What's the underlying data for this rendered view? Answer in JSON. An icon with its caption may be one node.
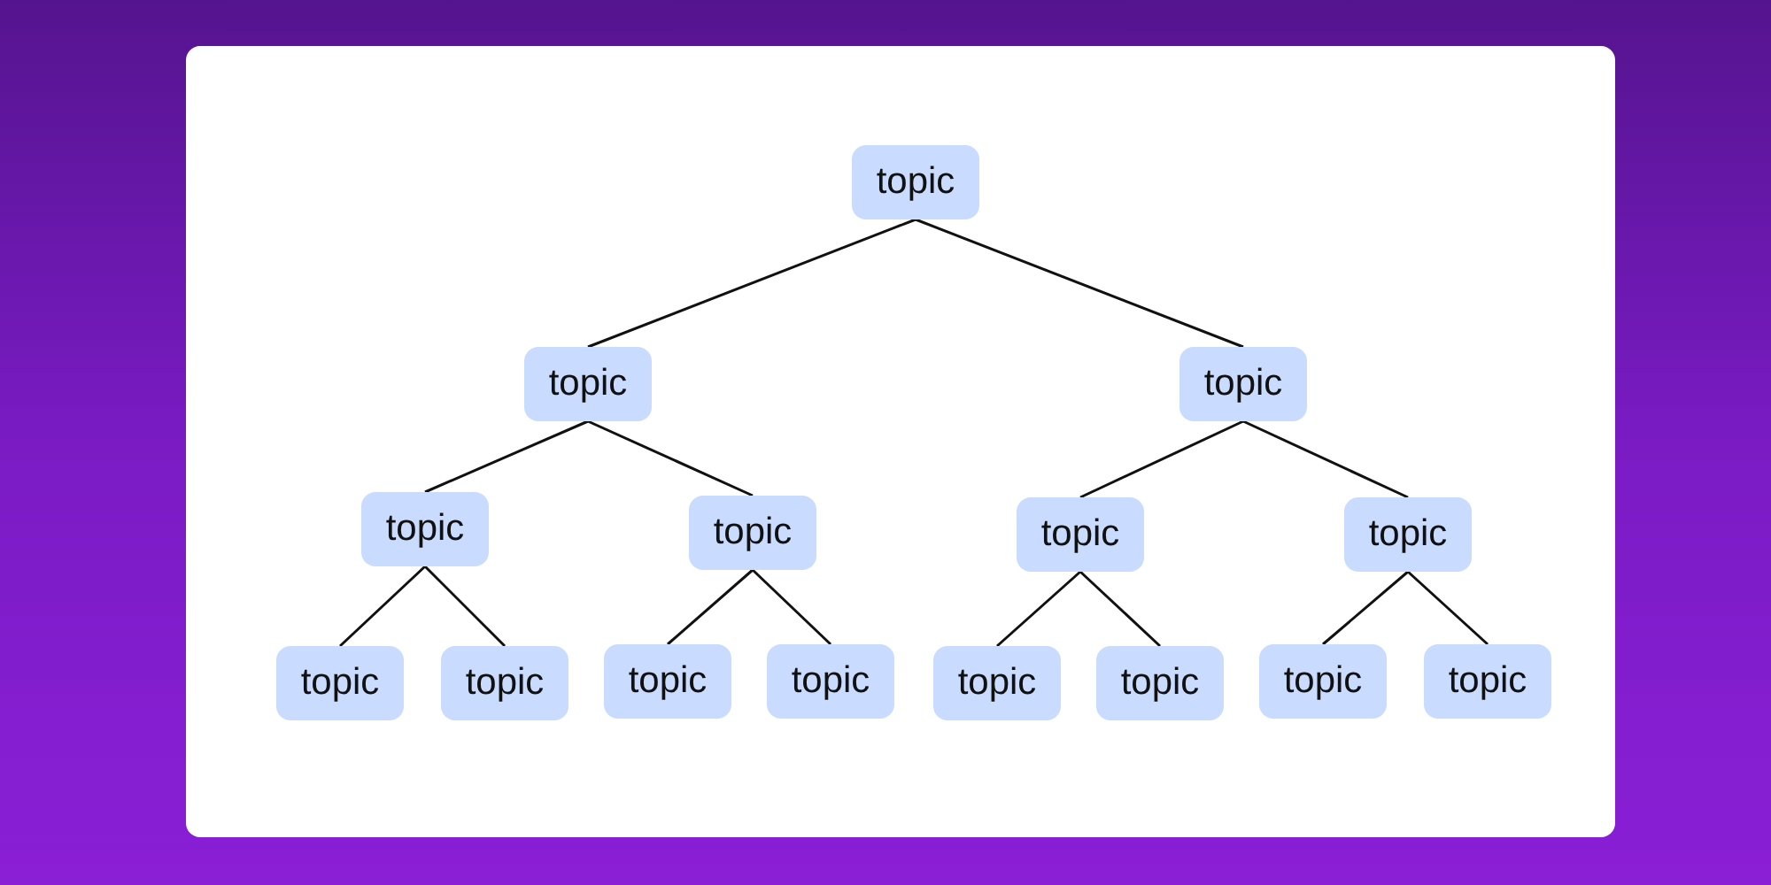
{
  "diagram": {
    "nodes": [
      {
        "text": [
          "topic"
        ]
      },
      {
        "text": [
          "topic"
        ]
      },
      {
        "text": [
          "topic"
        ]
      },
      {
        "text": [
          "topic"
        ]
      },
      {
        "text": [
          "topic"
        ]
      },
      {
        "text": [
          "topic"
        ]
      },
      {
        "text": [
          "topic"
        ]
      },
      {
        "text": [
          "topic"
        ]
      },
      {
        "text": [
          "topic"
        ]
      },
      {
        "text": [
          "topic"
        ]
      },
      {
        "text": [
          "topic"
        ]
      },
      {
        "text": [
          "topic"
        ]
      },
      {
        "text": [
          "topic"
        ]
      },
      {
        "text": [
          "topic"
        ]
      },
      {
        "text": [
          "topic"
        ]
      }
    ],
    "edges": [
      {
        "from": 0,
        "to": 1,
        "arrow": "none"
      },
      {
        "from": 0,
        "to": 2,
        "arrow": "none"
      },
      {
        "from": 1,
        "to": 3,
        "arrow": "none"
      },
      {
        "from": 1,
        "to": 4,
        "arrow": "none"
      },
      {
        "from": 2,
        "to": 5,
        "arrow": "none"
      },
      {
        "from": 2,
        "to": 6,
        "arrow": "none"
      },
      {
        "from": 3,
        "to": 7,
        "arrow": "none"
      },
      {
        "from": 3,
        "to": 8,
        "arrow": "none"
      },
      {
        "from": 4,
        "to": 9,
        "arrow": "none"
      },
      {
        "from": 4,
        "to": 10,
        "arrow": "none"
      },
      {
        "from": 5,
        "to": 11,
        "arrow": "none"
      },
      {
        "from": 5,
        "to": 12,
        "arrow": "none"
      },
      {
        "from": 6,
        "to": 13,
        "arrow": "none"
      },
      {
        "from": 6,
        "to": 14,
        "arrow": "none"
      }
    ]
  }
}
